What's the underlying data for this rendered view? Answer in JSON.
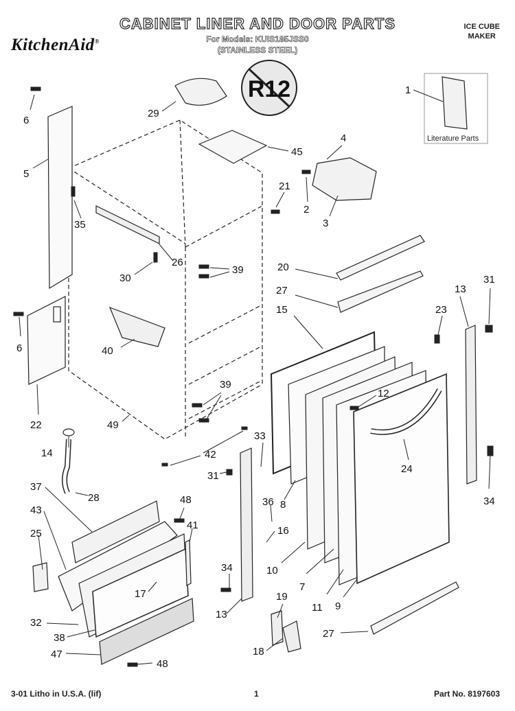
{
  "header": {
    "brand": "KitchenAid",
    "title": "CABINET LINER AND DOOR PARTS",
    "models_line": "For Models: KUIS185JSS0",
    "finish_line": "(STAINLESS STEEL)",
    "corner_line1": "ICE CUBE",
    "corner_line2": "MAKER",
    "r12_badge": "R12"
  },
  "literature_label": "Literature Parts",
  "footer": {
    "left": "3-01 Litho in U.S.A. (lif)",
    "center": "1",
    "right": "Part No. 8197603"
  },
  "callouts": [
    {
      "id": "c1",
      "text": "1"
    },
    {
      "id": "c29",
      "text": "29"
    },
    {
      "id": "c6a",
      "text": "6"
    },
    {
      "id": "c5",
      "text": "5"
    },
    {
      "id": "c45",
      "text": "45"
    },
    {
      "id": "c4",
      "text": "4"
    },
    {
      "id": "c21",
      "text": "21"
    },
    {
      "id": "c2",
      "text": "2"
    },
    {
      "id": "c35",
      "text": "35"
    },
    {
      "id": "c3",
      "text": "3"
    },
    {
      "id": "c26",
      "text": "26"
    },
    {
      "id": "c30",
      "text": "30"
    },
    {
      "id": "c39a",
      "text": "39"
    },
    {
      "id": "c20",
      "text": "20"
    },
    {
      "id": "c27a",
      "text": "27"
    },
    {
      "id": "c15",
      "text": "15"
    },
    {
      "id": "c13a",
      "text": "13"
    },
    {
      "id": "c31a",
      "text": "31"
    },
    {
      "id": "c23",
      "text": "23"
    },
    {
      "id": "c6b",
      "text": "6"
    },
    {
      "id": "c40",
      "text": "40"
    },
    {
      "id": "c22",
      "text": "22"
    },
    {
      "id": "c49",
      "text": "49"
    },
    {
      "id": "c39b",
      "text": "39"
    },
    {
      "id": "c12",
      "text": "12"
    },
    {
      "id": "c14",
      "text": "14"
    },
    {
      "id": "c42",
      "text": "42"
    },
    {
      "id": "c33",
      "text": "33"
    },
    {
      "id": "c24",
      "text": "24"
    },
    {
      "id": "c31b",
      "text": "31"
    },
    {
      "id": "c28",
      "text": "28"
    },
    {
      "id": "c37",
      "text": "37"
    },
    {
      "id": "c48a",
      "text": "48"
    },
    {
      "id": "c43",
      "text": "43"
    },
    {
      "id": "c41",
      "text": "41"
    },
    {
      "id": "c36",
      "text": "36"
    },
    {
      "id": "c8",
      "text": "8"
    },
    {
      "id": "c25",
      "text": "25"
    },
    {
      "id": "c16",
      "text": "16"
    },
    {
      "id": "c34a",
      "text": "34"
    },
    {
      "id": "c34b",
      "text": "34"
    },
    {
      "id": "c10",
      "text": "10"
    },
    {
      "id": "c7",
      "text": "7"
    },
    {
      "id": "c17",
      "text": "17"
    },
    {
      "id": "c11",
      "text": "11"
    },
    {
      "id": "c9",
      "text": "9"
    },
    {
      "id": "c13b",
      "text": "13"
    },
    {
      "id": "c19",
      "text": "19"
    },
    {
      "id": "c32",
      "text": "32"
    },
    {
      "id": "c38",
      "text": "38"
    },
    {
      "id": "c27b",
      "text": "27"
    },
    {
      "id": "c47",
      "text": "47"
    },
    {
      "id": "c18",
      "text": "18"
    },
    {
      "id": "c48b",
      "text": "48"
    }
  ]
}
